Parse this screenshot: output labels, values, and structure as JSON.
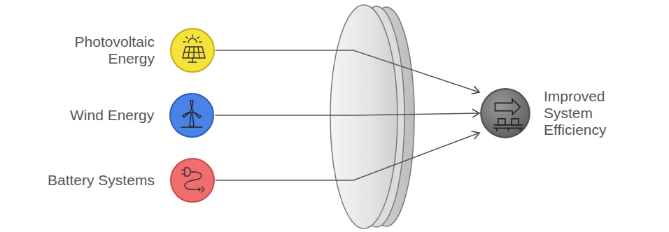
{
  "diagram": {
    "nodes": [
      {
        "text": [
          "Photovoltaic Energy"
        ]
      },
      {
        "text": [
          "Wind Energy"
        ]
      },
      {
        "text": [
          "Battery Systems"
        ]
      },
      {
        "text": [
          "Improved System Efficiency"
        ]
      }
    ],
    "edges": [
      {
        "from": 0,
        "to": 3,
        "arrow": "to"
      },
      {
        "from": 1,
        "to": 3,
        "arrow": "to"
      },
      {
        "from": 2,
        "to": 3,
        "arrow": "to"
      }
    ]
  }
}
